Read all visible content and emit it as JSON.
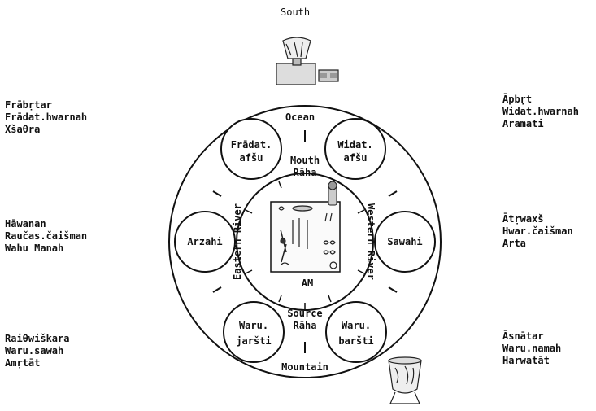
{
  "top_label": "South",
  "left_groups": [
    [
      "Frābṛtar",
      "Frādat.hwarnah",
      "Xšaθra"
    ],
    [
      "Hāwanan",
      "Raučas.čaišman",
      "Wahu Manah"
    ],
    [
      "Raiθwiškara",
      "Waru.sawah",
      "Amṛtāt"
    ]
  ],
  "right_groups": [
    [
      "Āpbṛt",
      "Widat.hwarnah",
      "Aramati"
    ],
    [
      "Ātṛwaxš",
      "Hwar.čaišman",
      "Arta"
    ],
    [
      "Āsnātar",
      "Waru.namah",
      "Harwatāt"
    ]
  ],
  "diagram": {
    "ocean": "Ocean",
    "mountain": "Mountain",
    "mouth": [
      "Mouth",
      "Rāha"
    ],
    "source": [
      "Source",
      "Rāha"
    ],
    "am": "AM",
    "eastern_river": "Eastern River",
    "western_river": "Western River",
    "nodes": {
      "fradat": [
        "Frādat.",
        "afšu"
      ],
      "widat": [
        "Widat.",
        "afšu"
      ],
      "arzahi": [
        "Arzahi"
      ],
      "sawahi": [
        "Sawahi"
      ],
      "waru_jarsti": [
        "Waru.",
        "jaršti"
      ],
      "waru_barsti": [
        "Waru.",
        "baršti"
      ]
    }
  }
}
